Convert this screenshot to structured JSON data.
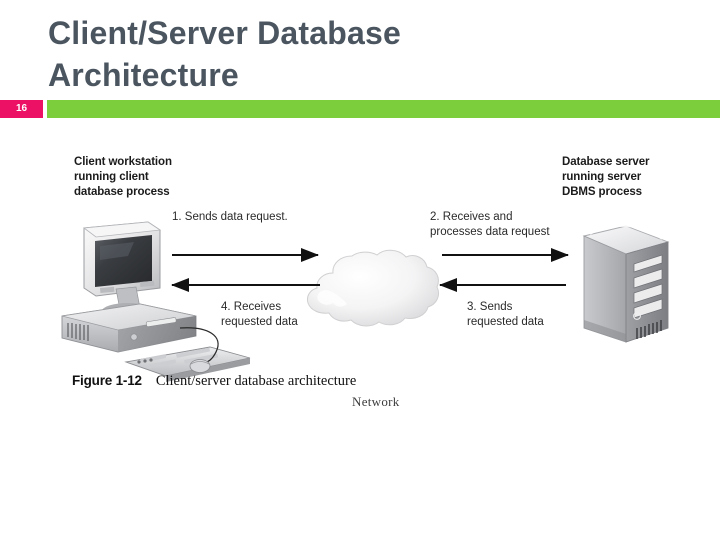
{
  "slide": {
    "title": "Client/Server Database\nArchitecture",
    "page_number": "16",
    "accent_green": "#7dce3c",
    "accent_pink": "#ec1164",
    "title_color": "#4a5560"
  },
  "figure": {
    "caption_number": "Figure 1-12",
    "caption_text": "Client/server database architecture",
    "network_label": "Network",
    "labels": {
      "client": "Client workstation\nrunning client\ndatabase process",
      "server": "Database server\nrunning server\nDBMS process",
      "step1": "1. Sends data request.",
      "step2": "2. Receives and\nprocesses data request",
      "step3": "3. Sends\nrequested data",
      "step4": "4. Receives\nrequested data"
    },
    "icons": {
      "workstation": "desktop-computer-icon",
      "server": "server-tower-icon",
      "cloud": "network-cloud-icon",
      "arrow_right": "arrow-right-icon",
      "arrow_left": "arrow-left-icon"
    }
  }
}
